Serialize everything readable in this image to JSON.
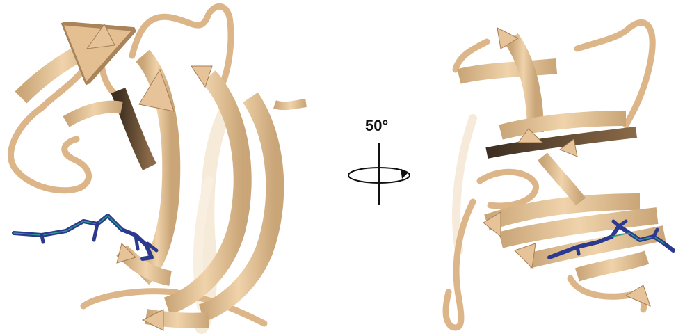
{
  "figure": {
    "rotation_label": "50°",
    "views": [
      "protein-structure-front-view",
      "protein-structure-rotated-view"
    ],
    "colors": {
      "ribbon": "#e8c79c",
      "ribbon_shadow": "#9c7a55",
      "ribbon_dark": "#4a3828",
      "ligand": "#2b3a8f",
      "ligand_highlight": "#2a9a8c",
      "axis": "#111111"
    },
    "icons": [
      "rotation-axis-icon"
    ]
  }
}
